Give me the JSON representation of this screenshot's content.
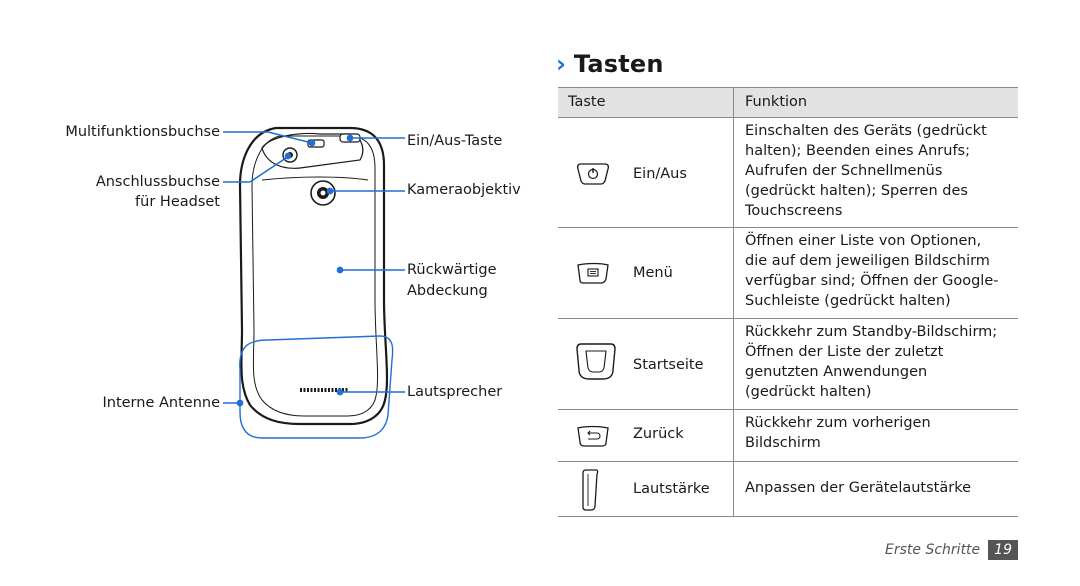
{
  "section": {
    "chevron": "›",
    "title": "Tasten"
  },
  "diagram": {
    "labels": {
      "multifunction": "Multifunktionsbuchse",
      "headset_line1": "Anschlussbuchse",
      "headset_line2": "für Headset",
      "internal_antenna": "Interne Antenne",
      "power_key": "Ein/Aus-Taste",
      "camera": "Kameraobjektiv",
      "back_cover_line1": "Rückwärtige",
      "back_cover_line2": "Abdeckung",
      "speaker": "Lautsprecher"
    },
    "colors": {
      "callout": "#1f6fd6"
    }
  },
  "table": {
    "headers": [
      "Taste",
      "Funktion"
    ],
    "rows": [
      {
        "icon": "power-key-icon",
        "key": "Ein/Aus",
        "function": [
          "Einschalten des Geräts (gedrückt",
          "halten); Beenden eines Anrufs;",
          "Aufrufen der Schnellmenüs",
          "(gedrückt halten); Sperren des",
          "Touchscreens"
        ]
      },
      {
        "icon": "menu-key-icon",
        "key": "Menü",
        "function": [
          "Öffnen einer Liste von Optionen,",
          "die auf dem jeweiligen Bildschirm",
          "verfügbar sind; Öffnen der Google-",
          "Suchleiste (gedrückt halten)"
        ]
      },
      {
        "icon": "home-key-icon",
        "key": "Startseite",
        "function": [
          "Rückkehr zum Standby-Bildschirm;",
          "Öffnen der Liste der zuletzt",
          "genutzten Anwendungen",
          "(gedrückt halten)"
        ]
      },
      {
        "icon": "back-key-icon",
        "key": "Zurück",
        "function": [
          "Rückkehr zum vorherigen",
          "Bildschirm"
        ]
      },
      {
        "icon": "volume-key-icon",
        "key": "Lautstärke",
        "function": [
          "Anpassen der Gerätelautstärke"
        ]
      }
    ]
  },
  "footer": {
    "label": "Erste Schritte",
    "page": "19"
  }
}
